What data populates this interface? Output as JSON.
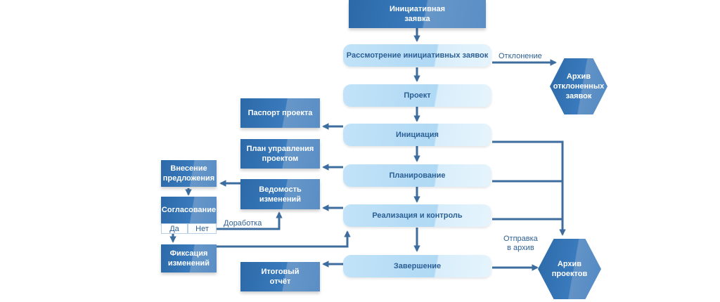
{
  "nodes": {
    "initiative_request": "Инициативная\nзаявка",
    "review": "Рассмотрение инициативных заявок",
    "project": "Проект",
    "initiation": "Инициация",
    "planning": "Планирование",
    "implementation": "Реализация и контроль",
    "completion": "Завершение",
    "project_passport": "Паспорт проекта",
    "management_plan": "План управления\nпроектом",
    "change_register": "Ведомость\nизменений",
    "final_report": "Итоговый\nотчёт",
    "proposal": "Внесение\nпредложения",
    "approval": "Согласование",
    "approval_yes": "Да",
    "approval_no": "Нет",
    "fixation": "Фиксация\nизменений",
    "archive_rejected": "Архив\nотклоненных\nзаявок",
    "archive_projects": "Архив\nпроектов"
  },
  "edge_labels": {
    "rejection": "Отклонение",
    "rework": "Доработка",
    "send_to_archive": "Отправка\nв архив"
  },
  "colors": {
    "dark_box": "#3a7bbd",
    "light_pill": "#b7dcf6",
    "connector": "#3d6d9e",
    "label_text": "#2e5f92"
  }
}
